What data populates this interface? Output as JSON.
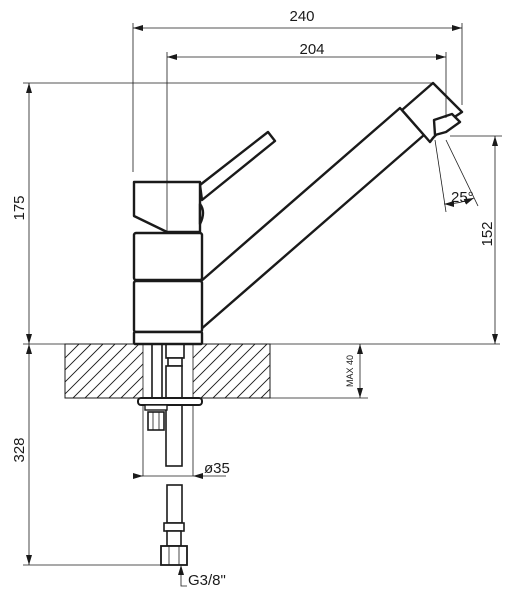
{
  "dimensions": {
    "total_reach": "240",
    "spout_reach": "204",
    "total_height": "175",
    "spout_height": "152",
    "spout_angle": "25°",
    "counter_thickness": "MAX 40",
    "hose_length": "328",
    "hole_diameter": "ø35",
    "connection_thread": "G3/8\""
  }
}
